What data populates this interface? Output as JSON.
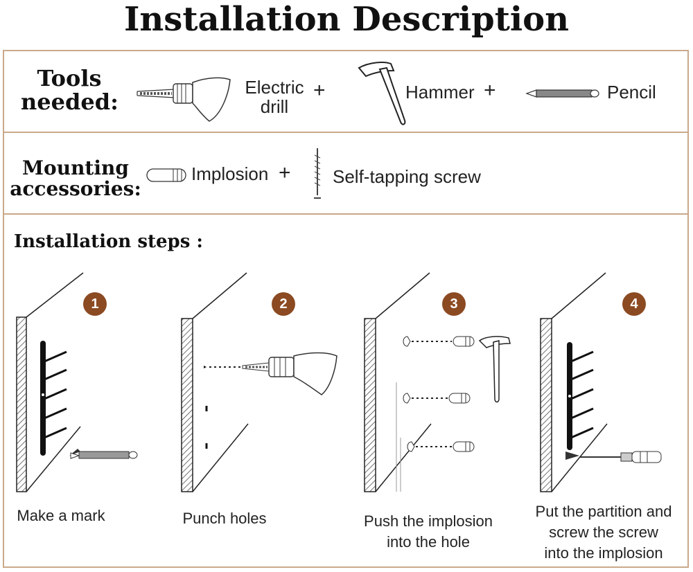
{
  "title": "Installation Description",
  "tools": {
    "label_line1": "Tools",
    "label_line2": "needed:",
    "drill_line1": "Electric",
    "drill_line2": "drill",
    "hammer": "Hammer",
    "pencil": "Pencil",
    "plus": "+"
  },
  "accessories": {
    "label_line1": "Mounting",
    "label_line2": "accessories:",
    "implosion": "Implosion",
    "screw": "Self-tapping screw",
    "plus": "+"
  },
  "steps_heading": "Installation steps :",
  "steps": [
    {
      "number": "1",
      "caption_lines": [
        "Make a mark"
      ]
    },
    {
      "number": "2",
      "caption_lines": [
        "Punch holes"
      ]
    },
    {
      "number": "3",
      "caption_lines": [
        "Push the implosion",
        "into the hole"
      ]
    },
    {
      "number": "4",
      "caption_lines": [
        "Put the partition and",
        "screw the screw",
        "into the implosion"
      ]
    }
  ],
  "colors": {
    "border": "#c9a98a",
    "badge": "#8b4a22"
  }
}
